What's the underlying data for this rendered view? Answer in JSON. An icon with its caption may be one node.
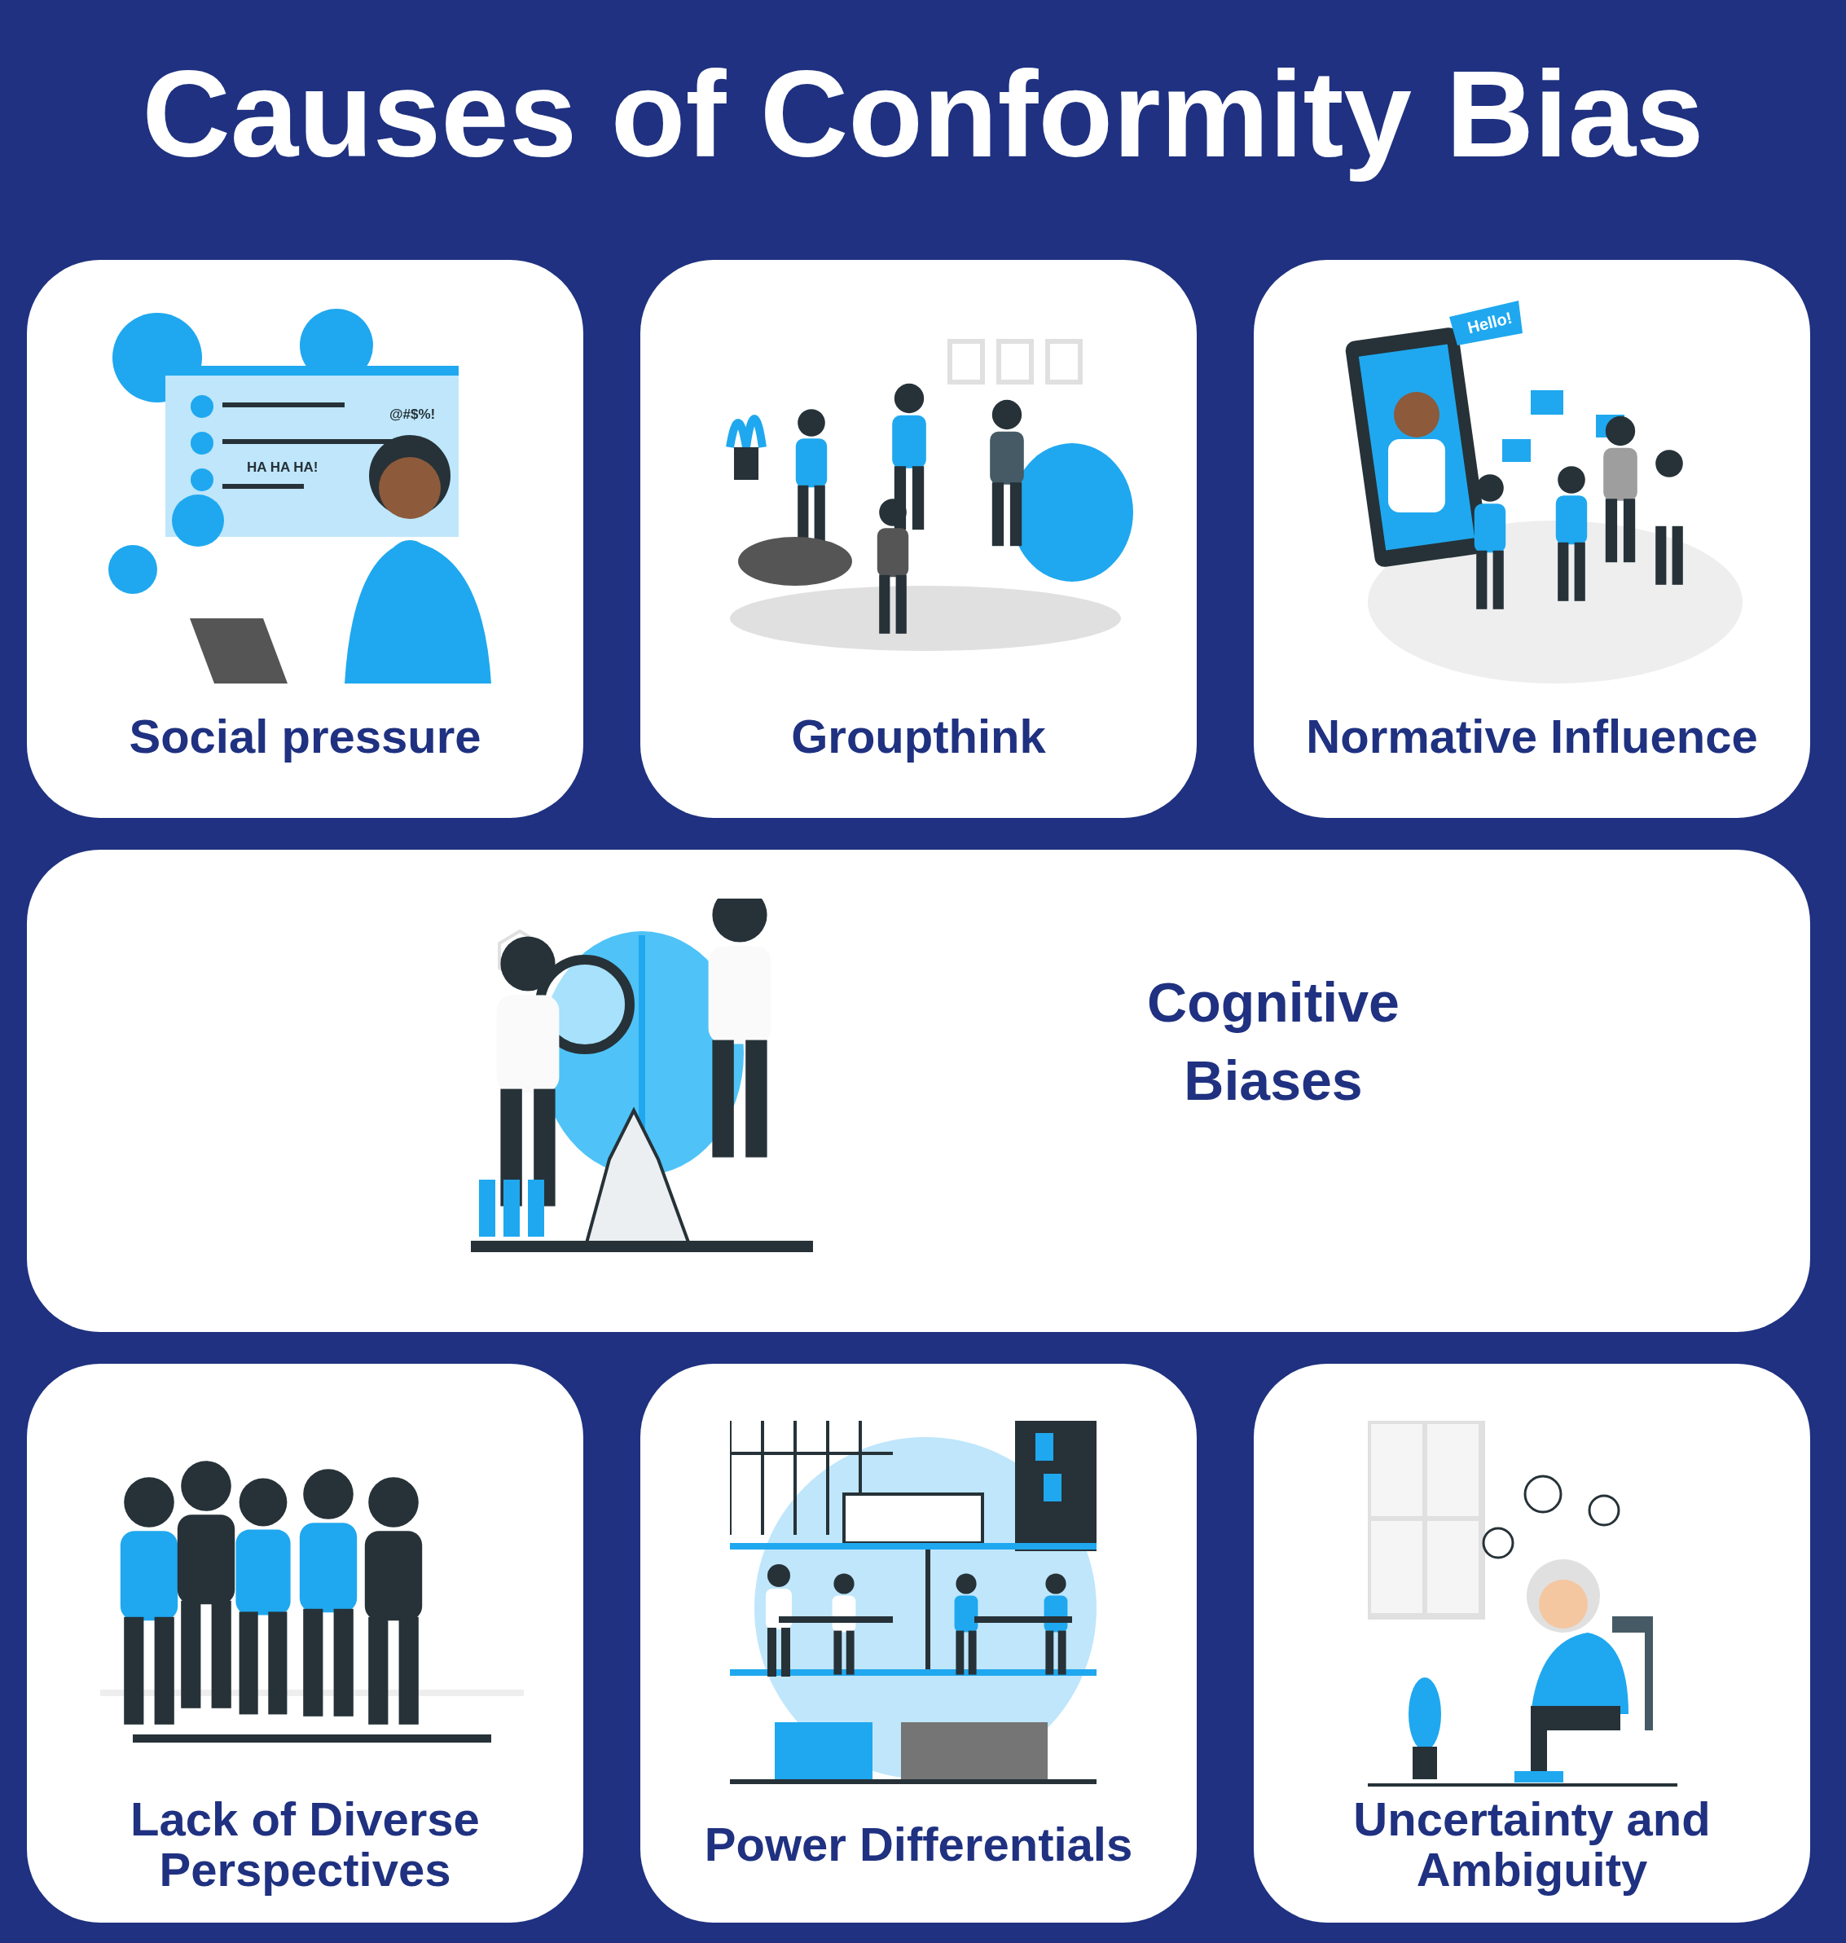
{
  "diagram": {
    "title": "Causes of Conformity Bias",
    "nodes": [
      {
        "text": [
          "Social pressure"
        ]
      },
      {
        "text": [
          "Groupthink"
        ]
      },
      {
        "text": [
          "Normative Influence"
        ]
      },
      {
        "text": [
          "Cognitive Biases"
        ]
      },
      {
        "text": [
          "Lack of Diverse Perspectives"
        ]
      },
      {
        "text": [
          "Power Differentials"
        ]
      },
      {
        "text": [
          "Uncertainty and Ambiguity"
        ]
      }
    ],
    "edges": [],
    "labels": [
      "@#$%!",
      "HA HA HA!",
      "Hello!"
    ]
  }
}
